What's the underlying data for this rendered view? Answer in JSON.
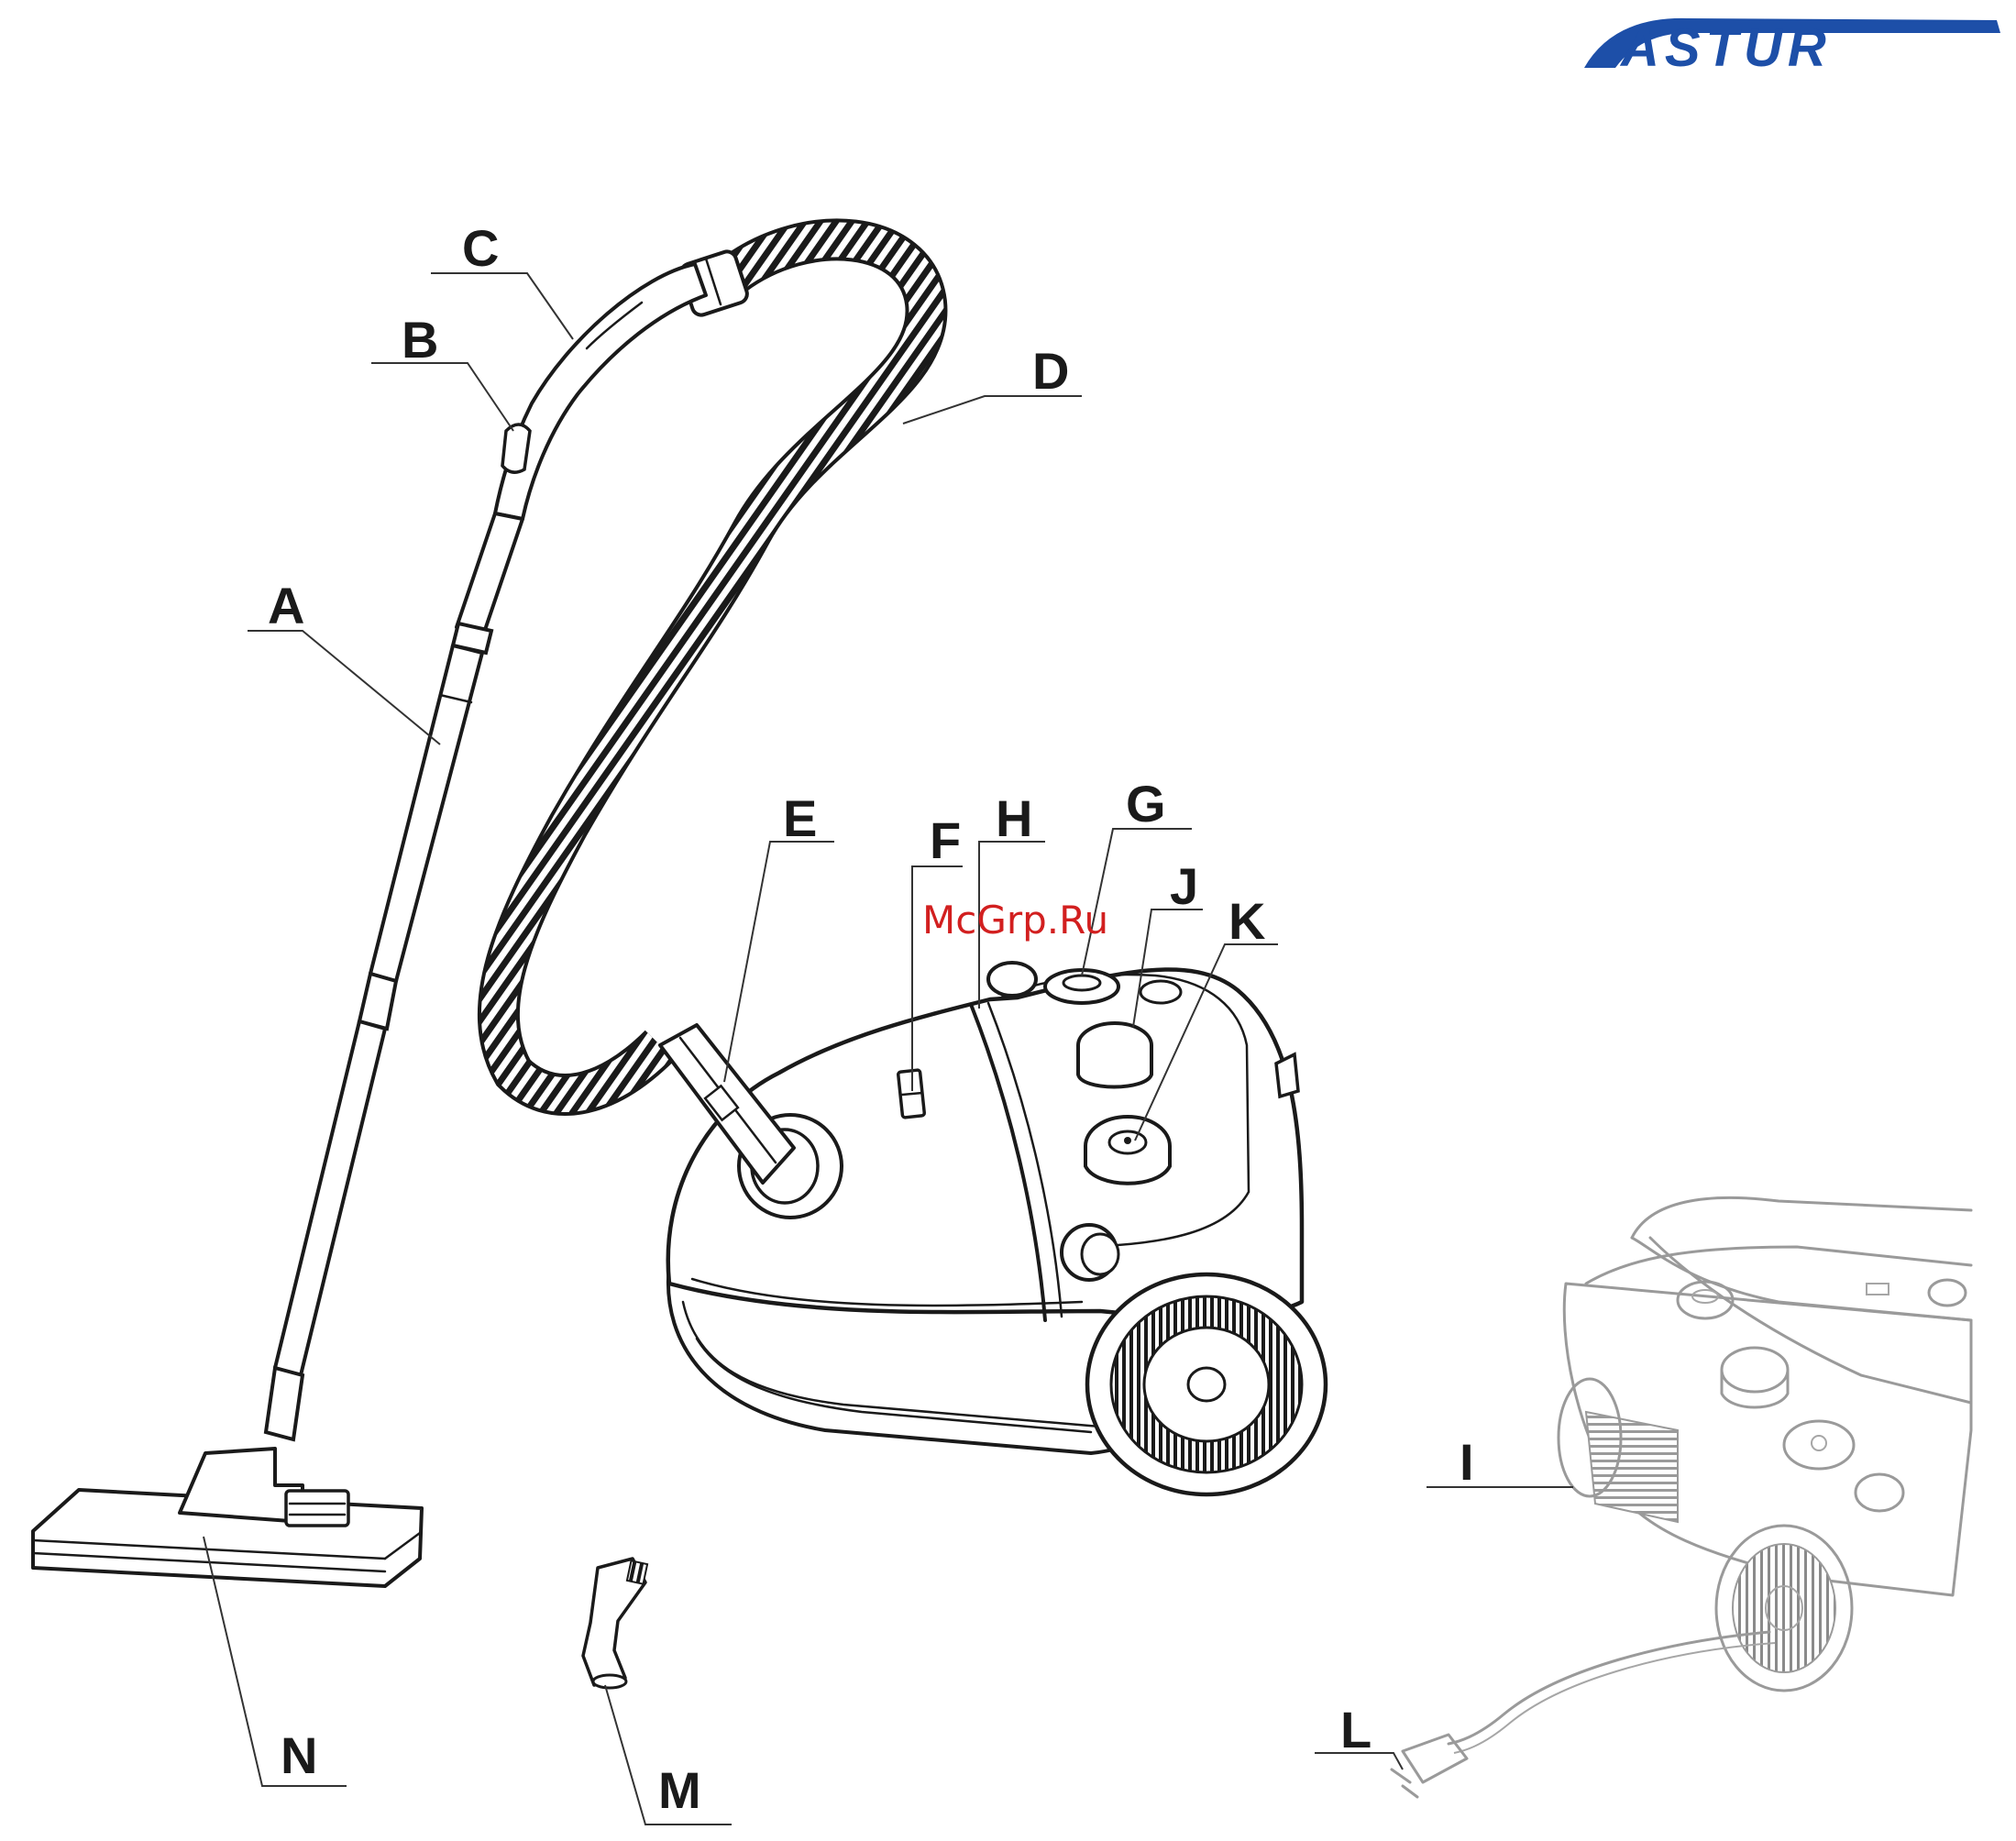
{
  "brand": {
    "logo_text": "ASTUR",
    "logo_color": "#1d4fa8"
  },
  "watermark": {
    "text": "McGrp.Ru",
    "color": "#d21f1f"
  },
  "labels": {
    "A": "A",
    "B": "B",
    "C": "C",
    "D": "D",
    "E": "E",
    "F": "F",
    "G": "G",
    "H": "H",
    "I": "I",
    "J": "J",
    "K": "K",
    "L": "L",
    "M": "M",
    "N": "N"
  }
}
